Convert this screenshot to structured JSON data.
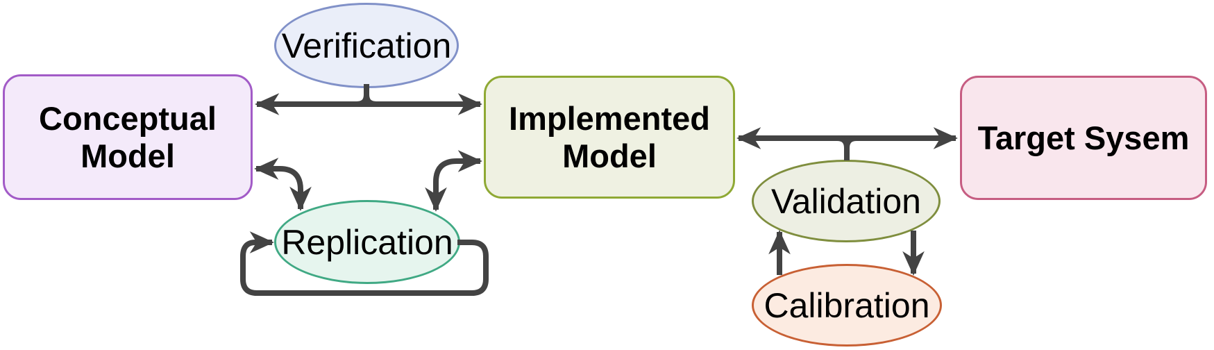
{
  "diagram": {
    "arrow_color": "#434343",
    "nodes": {
      "conceptual": {
        "label": "Conceptual Model",
        "fill": "#f4eafa",
        "stroke": "#a25bc7"
      },
      "verification": {
        "label": "Verification",
        "fill": "#eaeef9",
        "stroke": "#8191c8"
      },
      "implemented": {
        "label": "Implemented Model",
        "fill": "#eff1e2",
        "stroke": "#8fa934"
      },
      "target": {
        "label": "Target Sysem",
        "fill": "#f9e6ed",
        "stroke": "#c65d82"
      },
      "replication": {
        "label": "Replication",
        "fill": "#e6f5ee",
        "stroke": "#40a984"
      },
      "validation": {
        "label": "Validation",
        "fill": "#edefe3",
        "stroke": "#7f8e3e"
      },
      "calibration": {
        "label": "Calibration",
        "fill": "#fcebe1",
        "stroke": "#c86034"
      }
    },
    "edges": [
      {
        "between": [
          "Conceptual Model",
          "Implemented Model"
        ],
        "via": "Verification",
        "type": "bidirectional"
      },
      {
        "between": [
          "Conceptual Model",
          "Replication"
        ],
        "type": "bidirectional"
      },
      {
        "between": [
          "Replication",
          "Implemented Model"
        ],
        "type": "bidirectional"
      },
      {
        "between": [
          "Replication",
          "Replication"
        ],
        "type": "self-loop"
      },
      {
        "between": [
          "Implemented Model",
          "Target Sysem"
        ],
        "via": "Validation",
        "type": "bidirectional"
      },
      {
        "between": [
          "Calibration",
          "Validation"
        ],
        "type": "directed"
      },
      {
        "between": [
          "Validation",
          "Calibration"
        ],
        "type": "directed"
      }
    ]
  }
}
